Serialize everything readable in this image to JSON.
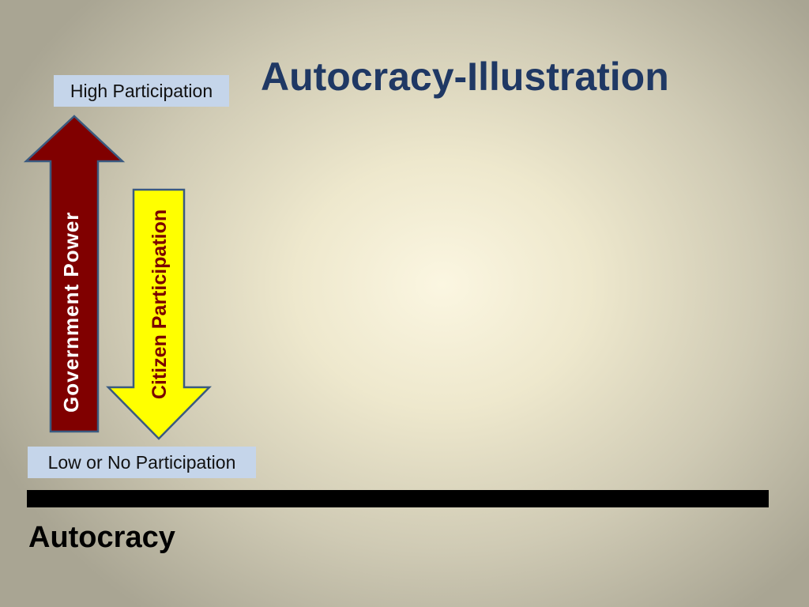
{
  "title": "Autocracy-Illustration",
  "labels": {
    "high": "High Participation",
    "low": "Low or No Participation"
  },
  "arrows": {
    "government": {
      "label": "Government Power",
      "direction": "up",
      "fill_color": "#800000",
      "text_color": "#ffffff"
    },
    "citizen": {
      "label": "Citizen Participation",
      "direction": "down",
      "fill_color": "#ffff00",
      "text_color": "#7a0000"
    }
  },
  "bottom_label": "Autocracy",
  "colors": {
    "title": "#1f3864",
    "label_box": "#c5d5ea",
    "arrow_outline": "#3a5a80",
    "bar": "#000000"
  }
}
